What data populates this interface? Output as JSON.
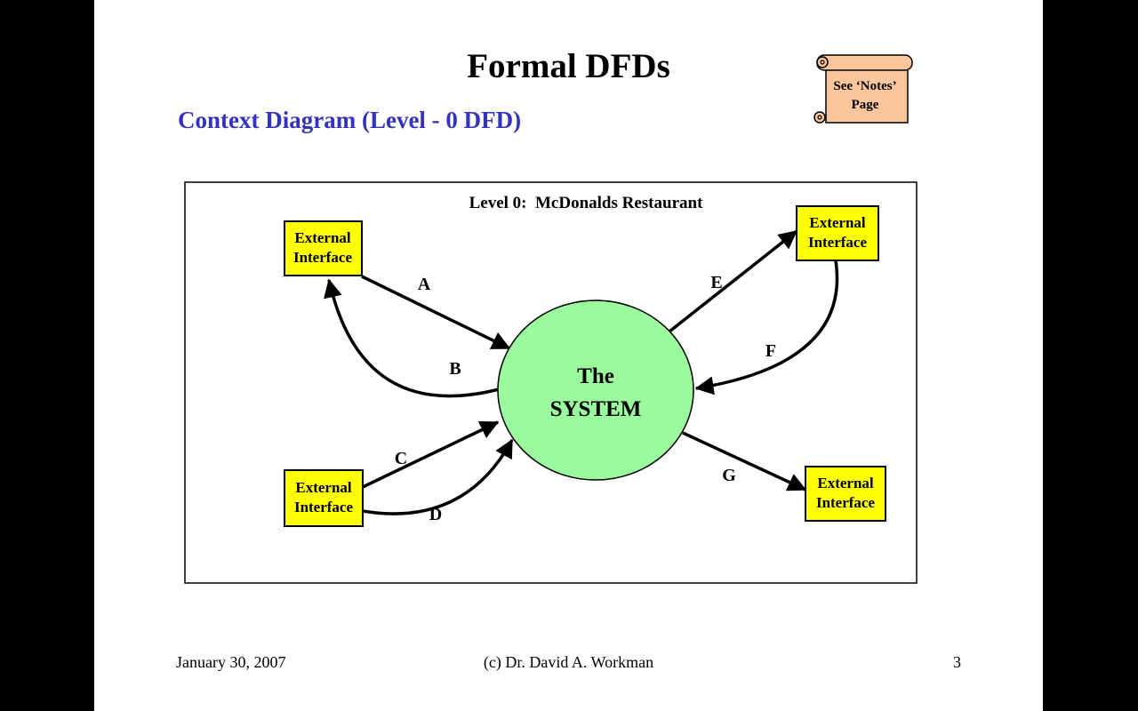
{
  "slide": {
    "title": "Formal DFDs",
    "subtitle": "Context Diagram (Level - 0 DFD)",
    "notes_flag": {
      "line1": "See ‘Notes’",
      "line2": "Page"
    },
    "footer": {
      "date": "January 30, 2007",
      "copyright": "(c) Dr. David A. Workman",
      "page_number": "3"
    }
  },
  "diagram": {
    "title": "Level 0:  McDonalds Restaurant",
    "process": {
      "line1": "The",
      "line2": "SYSTEM"
    },
    "externals": [
      {
        "position": "top-left",
        "line1": "External",
        "line2": "Interface"
      },
      {
        "position": "top-right",
        "line1": "External",
        "line2": "Interface"
      },
      {
        "position": "bottom-left",
        "line1": "External",
        "line2": "Interface"
      },
      {
        "position": "bottom-right",
        "line1": "External",
        "line2": "Interface"
      }
    ],
    "flows": [
      {
        "label": "A",
        "from": "top-left external",
        "to": "system"
      },
      {
        "label": "B",
        "from": "system",
        "to": "top-left external"
      },
      {
        "label": "C",
        "from": "bottom-left external",
        "to": "system"
      },
      {
        "label": "D",
        "from": "bottom-left external",
        "to": "system"
      },
      {
        "label": "E",
        "from": "system",
        "to": "top-right external"
      },
      {
        "label": "F",
        "from": "top-right external",
        "to": "system"
      },
      {
        "label": "G",
        "from": "system",
        "to": "bottom-right external"
      }
    ]
  },
  "colors": {
    "subtitle_blue": "#3333BF",
    "external_fill": "#FFFF00",
    "process_fill": "#9AFA9D",
    "scroll_fill": "#FBC69B",
    "stroke": "#000000"
  }
}
